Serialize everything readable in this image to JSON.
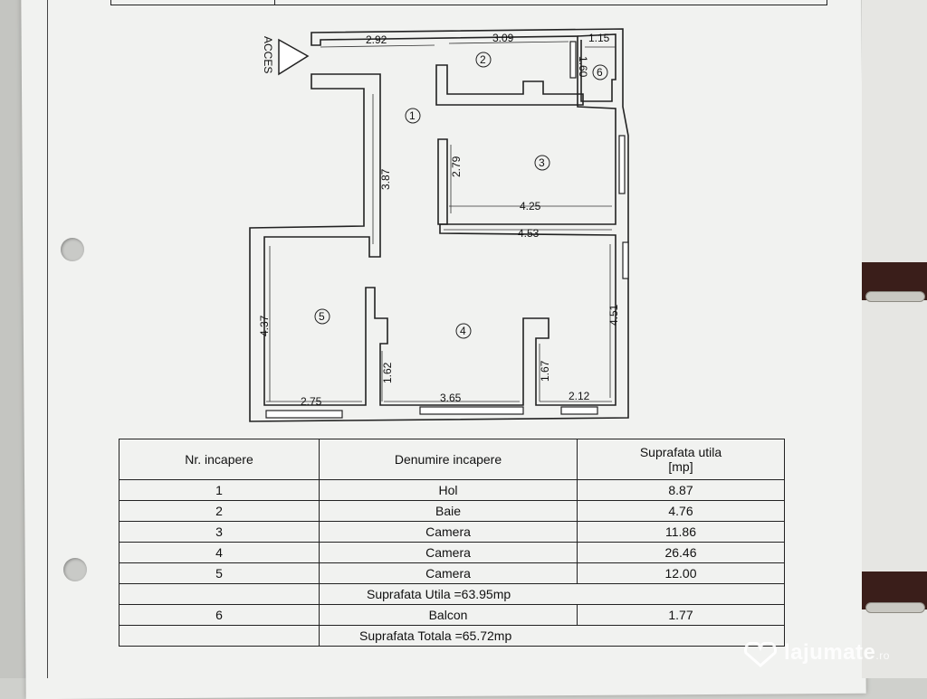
{
  "plan": {
    "access_label": "ACCES",
    "dimensions": {
      "hol_top_width": "2.92",
      "baie_width": "3.09",
      "balcon_width": "1.15",
      "balcon_depth": "1.60",
      "hol_height": "3.87",
      "camera3_height": "2.79",
      "camera3_width": "4.25",
      "camera4_top_width": "4.53",
      "camera4_right_height": "4.51",
      "camera5_height": "4.37",
      "camera5_width": "2.75",
      "camera4_left_recess": "1.62",
      "camera4_bottom_width": "3.65",
      "camera4_right_recess": "1.67",
      "camera4_right_width": "2.12"
    },
    "room_numbers": [
      "1",
      "2",
      "3",
      "4",
      "5",
      "6"
    ]
  },
  "table": {
    "headers": {
      "number": "Nr. incapere",
      "name": "Denumire incapere",
      "area_line1": "Suprafata utila",
      "area_line2": "[mp]"
    },
    "rows": [
      {
        "nr": "1",
        "name": "Hol",
        "area": "8.87"
      },
      {
        "nr": "2",
        "name": "Baie",
        "area": "4.76"
      },
      {
        "nr": "3",
        "name": "Camera",
        "area": "11.86"
      },
      {
        "nr": "4",
        "name": "Camera",
        "area": "26.46"
      },
      {
        "nr": "5",
        "name": "Camera",
        "area": "12.00"
      }
    ],
    "usable_total": "Suprafata Utila =63.95mp",
    "balcony_row": {
      "nr": "6",
      "name": "Balcon",
      "area": "1.77"
    },
    "grand_total": "Suprafata Totala =65.72mp"
  },
  "watermark": {
    "brand": "lajumate",
    "tld": ".ro"
  }
}
